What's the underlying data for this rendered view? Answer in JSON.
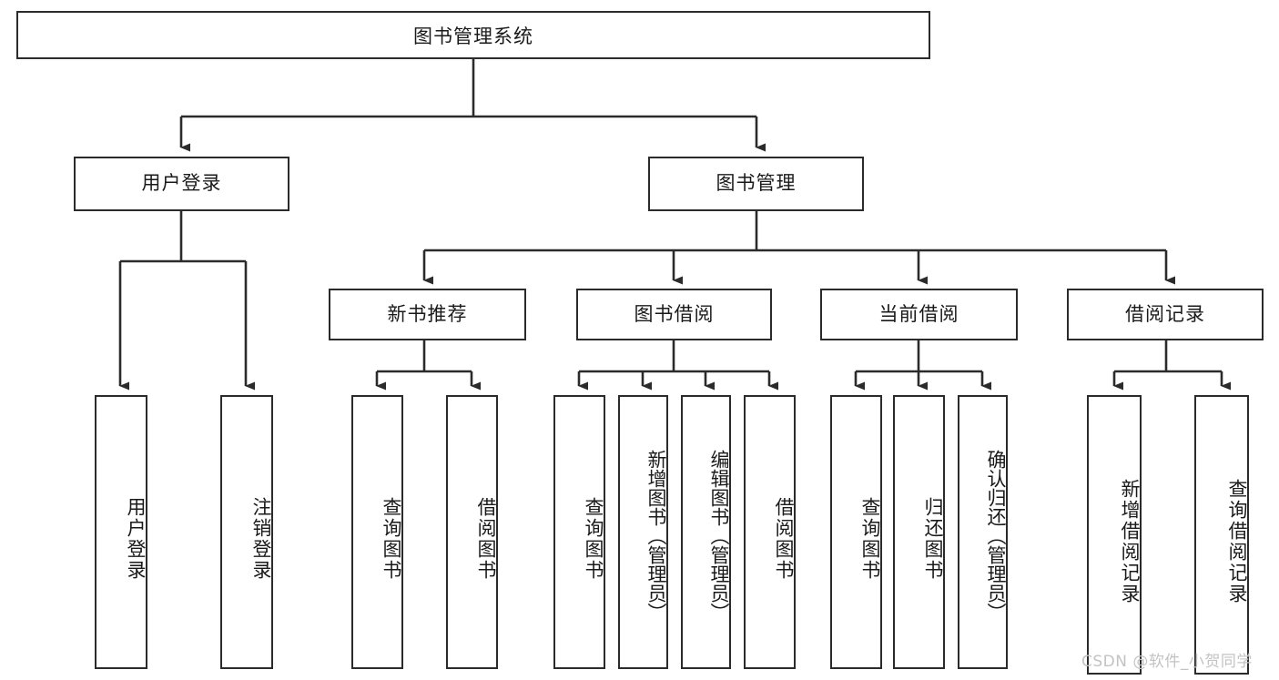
{
  "diagram": {
    "title": "图书管理系统",
    "type": "tree-hierarchy",
    "orientation": "top-down",
    "colors": {
      "background": "#ffffff",
      "node_border": "#2b2b2b",
      "node_fill": "#ffffff",
      "edge": "#2b2b2b",
      "text": "#1a1a1a",
      "watermark": "#c3c3c3"
    },
    "nodes": {
      "root": {
        "label": "图书管理系统"
      },
      "level1": [
        {
          "label": "用户登录"
        },
        {
          "label": "图书管理"
        }
      ],
      "level2": [
        {
          "label": "新书推荐"
        },
        {
          "label": "图书借阅"
        },
        {
          "label": "当前借阅"
        },
        {
          "label": "借阅记录"
        }
      ],
      "leaves_user_login": [
        {
          "label": "用户登录"
        },
        {
          "label": "注销登录"
        }
      ],
      "leaves_new_book": [
        {
          "label": "查询图书"
        },
        {
          "label": "借阅图书"
        }
      ],
      "leaves_borrow": [
        {
          "label": "查询图书"
        },
        {
          "label": "新增图书（管理员）"
        },
        {
          "label": "编辑图书（管理员）"
        },
        {
          "label": "借阅图书"
        }
      ],
      "leaves_current": [
        {
          "label": "查询图书"
        },
        {
          "label": "归还图书"
        },
        {
          "label": "确认归还（管理员）"
        }
      ],
      "leaves_records": [
        {
          "label": "新增借阅记录"
        },
        {
          "label": "查询借阅记录"
        }
      ]
    },
    "watermark": "CSDN @软件_小贺同学"
  }
}
